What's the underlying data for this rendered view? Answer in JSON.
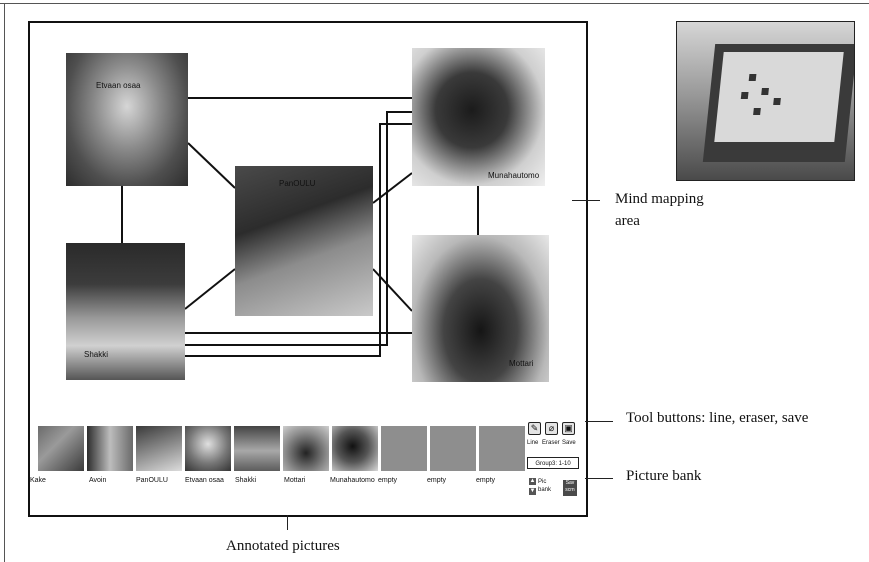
{
  "mind_map": {
    "nodes": [
      {
        "id": "chekhov",
        "caption": "Etvaan osaa"
      },
      {
        "id": "door",
        "caption": "PanOULU"
      },
      {
        "id": "sculpture",
        "caption": "Munahautomo"
      },
      {
        "id": "chess",
        "caption": "Shakki"
      },
      {
        "id": "moto",
        "caption": "Mottari"
      }
    ]
  },
  "picture_bank": [
    {
      "label": "Kake"
    },
    {
      "label": "Avoin"
    },
    {
      "label": "PanOULU"
    },
    {
      "label": "Etvaan osaa"
    },
    {
      "label": "Shakki"
    },
    {
      "label": "Mottari"
    },
    {
      "label": "Munahautomo"
    },
    {
      "label": "empty"
    },
    {
      "label": "empty"
    },
    {
      "label": "empty"
    }
  ],
  "tools": {
    "line_label": "Line",
    "eraser_label": "Eraser",
    "save_label": "Save",
    "group_label": "Group3: 1-10",
    "pics_label_top": "Pic",
    "pics_label_bottom": "bank",
    "save_mini_top": "Sav",
    "save_mini_bottom": "scrn"
  },
  "callouts": {
    "mind_mapping_line1": "Mind mapping",
    "mind_mapping_line2": "area",
    "tool_buttons": "Tool buttons: line, eraser, save",
    "picture_bank": "Picture bank",
    "annotated_pictures": "Annotated pictures"
  }
}
